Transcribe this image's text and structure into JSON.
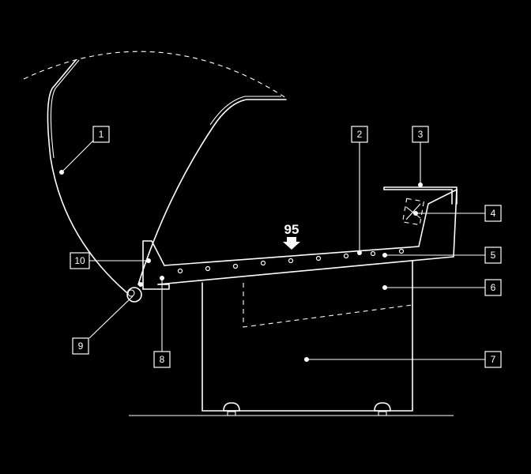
{
  "diagram": {
    "temperature_label": "95",
    "callouts": [
      {
        "id": "c1",
        "label": "1"
      },
      {
        "id": "c2",
        "label": "2"
      },
      {
        "id": "c3",
        "label": "3"
      },
      {
        "id": "c4",
        "label": "4"
      },
      {
        "id": "c5",
        "label": "5"
      },
      {
        "id": "c6",
        "label": "6"
      },
      {
        "id": "c7",
        "label": "7"
      },
      {
        "id": "c8",
        "label": "8"
      },
      {
        "id": "c9",
        "label": "9"
      },
      {
        "id": "c10",
        "label": "10"
      }
    ],
    "colors": {
      "background": "#000000",
      "line": "#ffffff"
    }
  }
}
